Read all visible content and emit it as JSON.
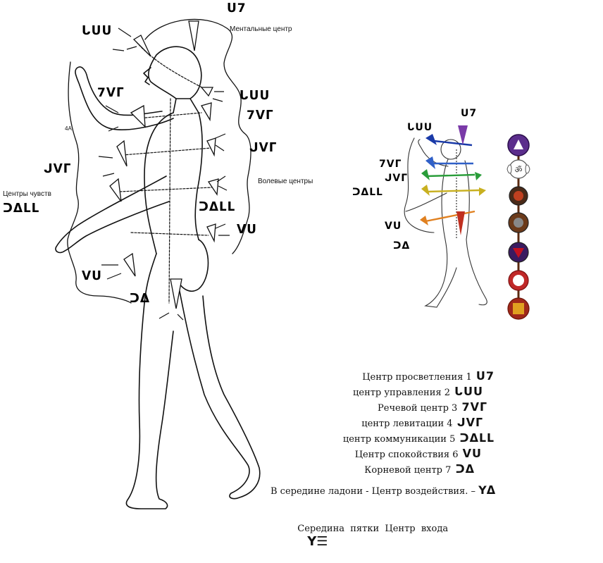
{
  "big_figure": {
    "label_mental": "Ментальные центр",
    "label_volevye": "Волевые центры",
    "label_chuvstv": "Центры чувств",
    "label_fragment": "4А",
    "glyphs": {
      "g1": "ᑌ7",
      "g2": "ᒐᑌᑌ",
      "g3": "7ᐯᒥ",
      "g4": "ᒍᐯᒥ",
      "g5": "ᑐᐃᒪᒪ",
      "g6": "ᐯᑌ",
      "g7": "ᑐᐃ"
    }
  },
  "small_figure": {
    "glyphs": {
      "g1": "ᑌ7",
      "g2": "ᒐᑌᑌ",
      "g3": "7ᐯᒥ",
      "g4": "ᒍᐯᒥ",
      "g5": "ᑐᐃᒪᒪ",
      "g6": "ᐯᑌ",
      "g7": "ᑐᐃ"
    },
    "chakra_colors": [
      "#5b2d8c",
      "#ffffff",
      "#6b3a1a",
      "#6b3a1a",
      "#8b1a1a",
      "#c0392b",
      "#a0281a"
    ]
  },
  "legend": [
    {
      "text": "Центр просветления 1",
      "glyph": "ᑌ7"
    },
    {
      "text": "центр управления 2",
      "glyph": "ᒐᑌᑌ"
    },
    {
      "text": "Речевой центр 3",
      "glyph": "7ᐯᒥ"
    },
    {
      "text": "центр левитации 4",
      "glyph": "ᒍᐯᒥ"
    },
    {
      "text": "центр коммуникации 5",
      "glyph": "ᑐᐃᒪᒪ"
    },
    {
      "text": "Центр спокойствия 6",
      "glyph": "ᐯᑌ"
    },
    {
      "text": "Корневой центр 7",
      "glyph": "ᑐᐃ"
    }
  ],
  "notes": {
    "palm": "В середине ладони - Центр воздействия. –",
    "palm_glyph": "Yᐃ",
    "heel": "Середина  пятки  Центр  входа",
    "heel_glyph": "Y☰"
  }
}
